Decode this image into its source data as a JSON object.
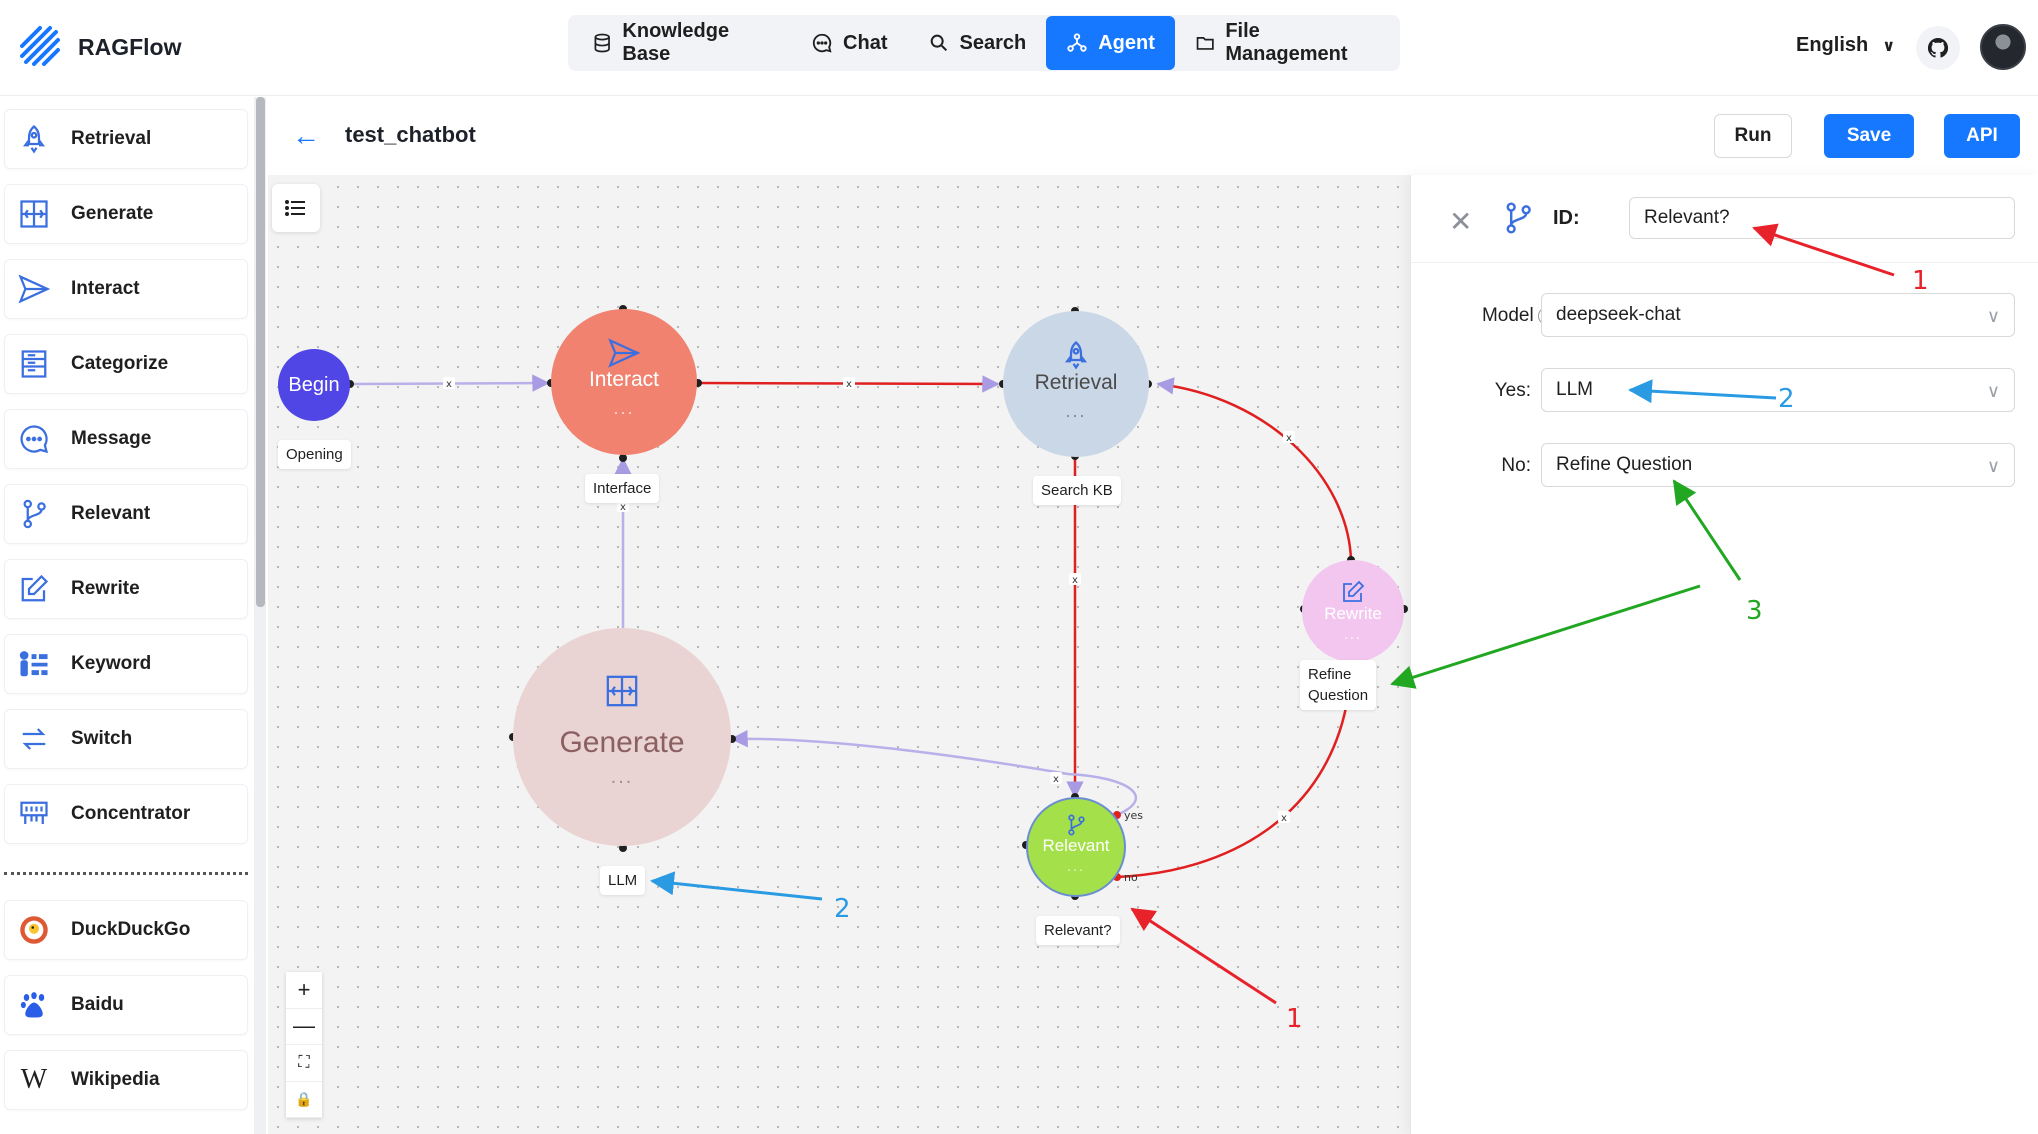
{
  "app": {
    "brand": "RAGFlow"
  },
  "nav": {
    "items": [
      {
        "label": "Knowledge Base",
        "icon": "database-icon"
      },
      {
        "label": "Chat",
        "icon": "chat-icon"
      },
      {
        "label": "Search",
        "icon": "search-icon"
      },
      {
        "label": "Agent",
        "icon": "agent-icon",
        "active": true
      },
      {
        "label": "File Management",
        "icon": "folder-icon"
      }
    ],
    "language": "English"
  },
  "sidebar": {
    "operators": [
      {
        "label": "Retrieval",
        "icon": "rocket-icon"
      },
      {
        "label": "Generate",
        "icon": "generate-icon"
      },
      {
        "label": "Interact",
        "icon": "send-icon"
      },
      {
        "label": "Categorize",
        "icon": "categorize-icon"
      },
      {
        "label": "Message",
        "icon": "message-icon"
      },
      {
        "label": "Relevant",
        "icon": "branch-icon"
      },
      {
        "label": "Rewrite",
        "icon": "edit-icon"
      },
      {
        "label": "Keyword",
        "icon": "keyword-icon"
      },
      {
        "label": "Switch",
        "icon": "switch-icon"
      },
      {
        "label": "Concentrator",
        "icon": "concentrator-icon"
      }
    ],
    "tools": [
      {
        "label": "DuckDuckGo",
        "icon": "duckduckgo-icon"
      },
      {
        "label": "Baidu",
        "icon": "baidu-icon"
      },
      {
        "label": "Wikipedia",
        "icon": "wikipedia-icon"
      }
    ]
  },
  "toolbar": {
    "title": "test_chatbot",
    "run_label": "Run",
    "save_label": "Save",
    "api_label": "API"
  },
  "graph": {
    "nodes": {
      "begin": {
        "label": "Begin",
        "tag": "Opening",
        "color": "#4f46e5"
      },
      "interact": {
        "label": "Interact",
        "tag": "Interface",
        "color": "#f0826f"
      },
      "retrieval": {
        "label": "Retrieval",
        "tag": "Search KB",
        "color": "#c9d7e6"
      },
      "rewrite": {
        "label": "Rewrite",
        "tag_line1": "Refine",
        "tag_line2": "Question",
        "color": "#f3c6f0"
      },
      "generate": {
        "label": "Generate",
        "tag": "LLM",
        "color": "#ead3d3"
      },
      "relevant": {
        "label": "Relevant",
        "tag": "Relevant?",
        "color": "#a3e04a"
      }
    },
    "dots": "...",
    "edge_close": "x",
    "handle_yes": "yes",
    "handle_no": "no"
  },
  "panel": {
    "id_label": "ID:",
    "id_value": "Relevant?",
    "model_label": "Model",
    "model_value": "deepseek-chat",
    "yes_label": "Yes",
    "yes_value": "LLM",
    "no_label": "No",
    "no_value": "Refine Question"
  },
  "annotations": {
    "n1_panel": "1",
    "n1_canvas": "1",
    "n2_panel": "2",
    "n2_canvas": "2",
    "n3": "3",
    "red": "#e8222b",
    "blue": "#2a9be3",
    "green": "#22a722"
  }
}
